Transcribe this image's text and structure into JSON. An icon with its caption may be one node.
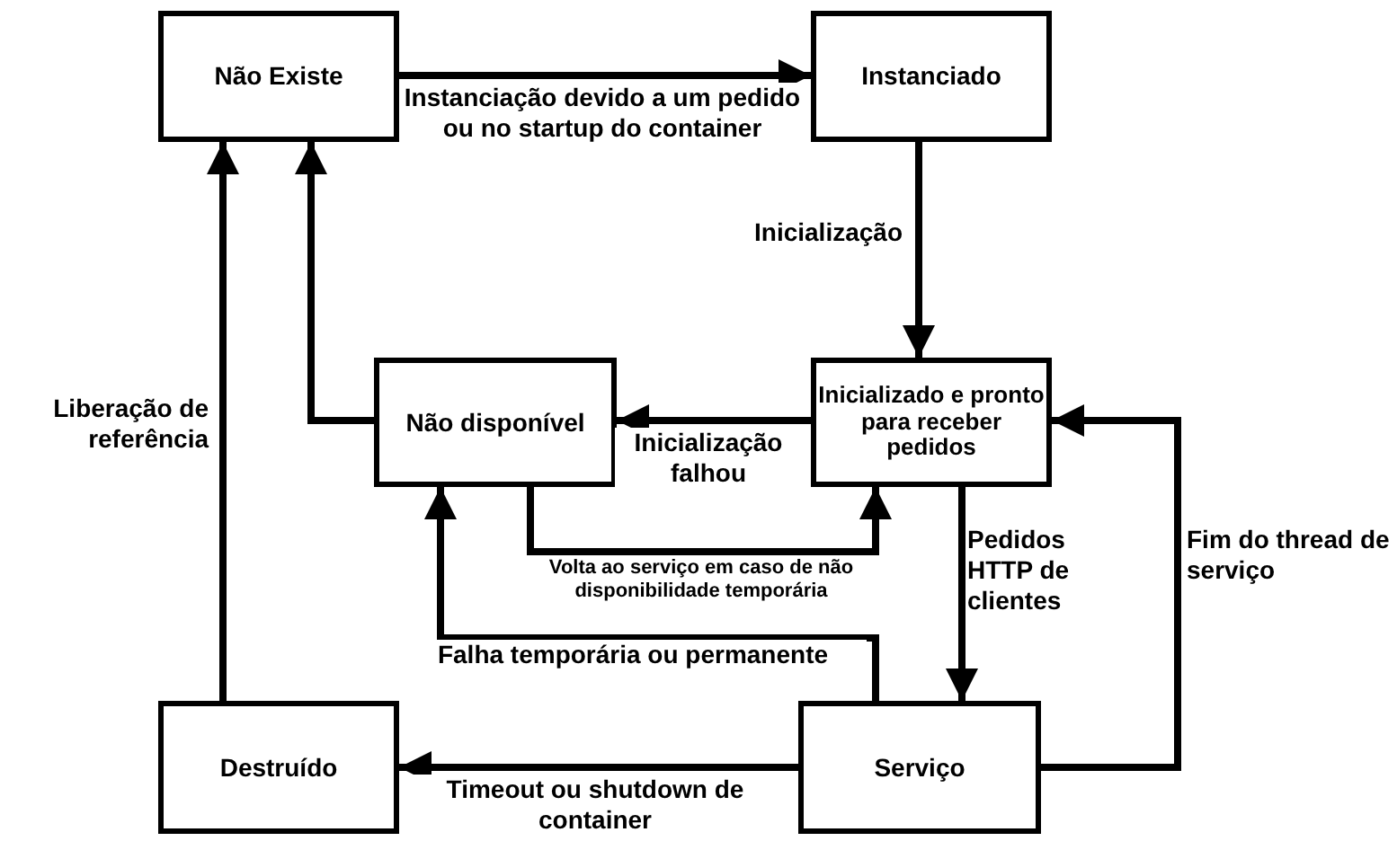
{
  "diagram": {
    "nodes": [
      {
        "text": [
          "Não Existe"
        ]
      },
      {
        "text": [
          "Instanciado"
        ]
      },
      {
        "text": [
          "Não disponível"
        ]
      },
      {
        "text": [
          "Inicializado e pronto para receber pedidos"
        ]
      },
      {
        "text": [
          "Destruído"
        ]
      },
      {
        "text": [
          "Serviço"
        ]
      }
    ],
    "edges": [
      {
        "from": 0,
        "to": 1,
        "arrow": "to",
        "label": "Instanciação devido a um pedido ou no startup do container"
      },
      {
        "from": 1,
        "to": 3,
        "arrow": "to",
        "label": "Inicialização"
      },
      {
        "from": 3,
        "to": 2,
        "arrow": "to",
        "label": "Inicialização falhou"
      },
      {
        "from": 2,
        "to": 0,
        "arrow": "to"
      },
      {
        "from": 4,
        "to": 0,
        "arrow": "to",
        "label": "Liberação de referência"
      },
      {
        "from": 2,
        "to": 3,
        "arrow": "to",
        "label": "Volta ao serviço em caso de não disponibilidade temporária"
      },
      {
        "from": 5,
        "to": 2,
        "arrow": "to",
        "label": "Falha temporária ou permanente"
      },
      {
        "from": 3,
        "to": 5,
        "arrow": "to",
        "label": "Pedidos HTTP de clientes"
      },
      {
        "from": 5,
        "to": 4,
        "arrow": "to",
        "label": "Timeout ou shutdown de container"
      },
      {
        "from": 5,
        "to": 3,
        "arrow": "to",
        "label": "Fim do thread de serviço"
      }
    ]
  }
}
